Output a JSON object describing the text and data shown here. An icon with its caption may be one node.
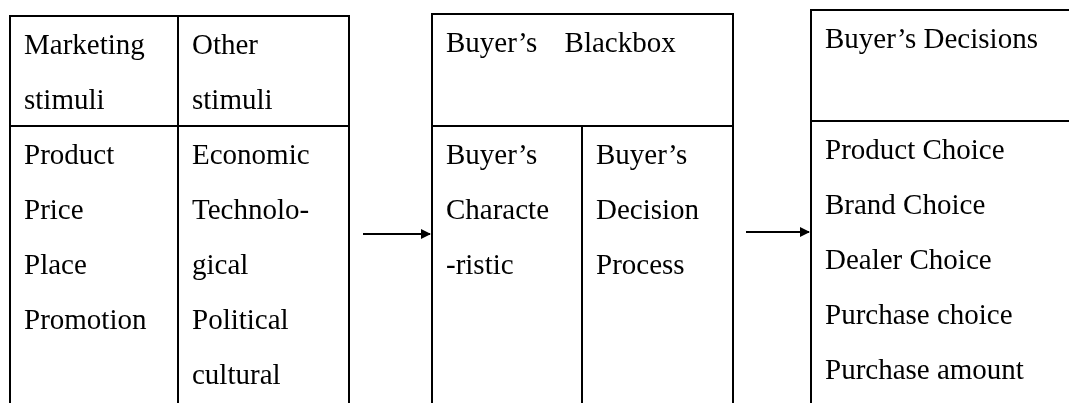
{
  "diagram": {
    "nodes": [
      {
        "text": [],
        "shape": "box"
      },
      {
        "text": [
          "Marketing stimuli"
        ],
        "in": 0
      },
      {
        "text": [
          "Other stimuli"
        ],
        "in": 0
      },
      {
        "text": [
          "Product",
          "Price",
          "Place",
          "Promotion"
        ],
        "in": 0
      },
      {
        "text": [
          "Economic",
          "Technolo- gical",
          "Political",
          "cultural"
        ],
        "in": 0
      },
      {
        "text": [],
        "shape": "box"
      },
      {
        "text": [
          "Buyer’s Blackbox"
        ],
        "in": 5
      },
      {
        "text": [
          "Buyer’s Characte -ristic"
        ],
        "in": 5
      },
      {
        "text": [
          "Buyer’s Decision Process"
        ],
        "in": 5
      },
      {
        "text": [],
        "shape": "box"
      },
      {
        "text": [
          "Buyer’s Decisions"
        ],
        "in": 9
      },
      {
        "text": [
          "Product Choice",
          "Brand Choice",
          "Dealer Choice",
          "Purchase choice",
          "Purchase amount"
        ],
        "in": 9
      }
    ],
    "edges": [
      {
        "from": 0,
        "to": 5,
        "arrow": "to"
      },
      {
        "from": 5,
        "to": 9,
        "arrow": "to"
      }
    ]
  }
}
